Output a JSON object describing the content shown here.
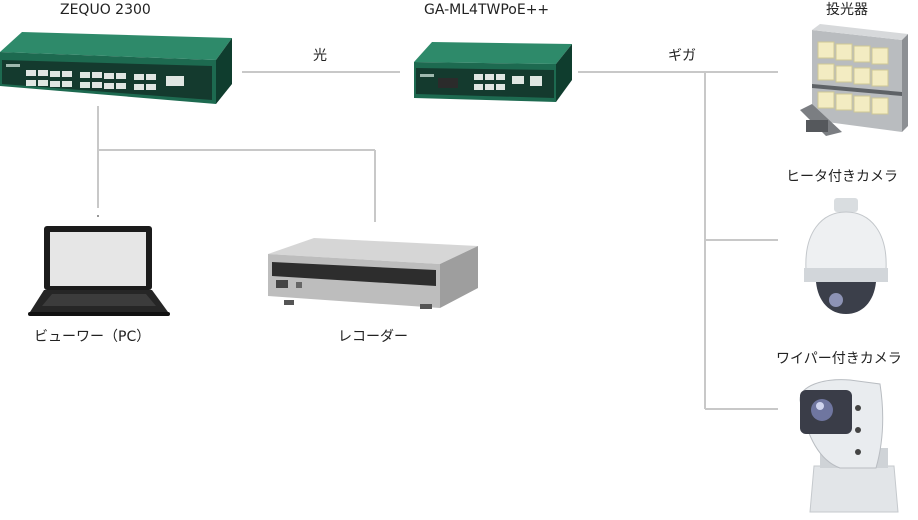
{
  "devices": {
    "core_switch": {
      "label": "ZEQUO 2300"
    },
    "poe_switch": {
      "label": "GA-ML4TWPoE++"
    },
    "floodlight": {
      "label": "投光器"
    },
    "heater_camera": {
      "label": "ヒータ付きカメラ"
    },
    "wiper_camera": {
      "label": "ワイパー付きカメラ"
    },
    "viewer_pc": {
      "label": "ビューワー（PC）"
    },
    "recorder": {
      "label": "レコーダー"
    }
  },
  "links": {
    "optical": {
      "label": "光"
    },
    "gigabit": {
      "label": "ギガ"
    }
  },
  "colors": {
    "line": "#c8c8c8",
    "switch_green": "#1f6b53",
    "switch_dark": "#0f3d2e"
  }
}
